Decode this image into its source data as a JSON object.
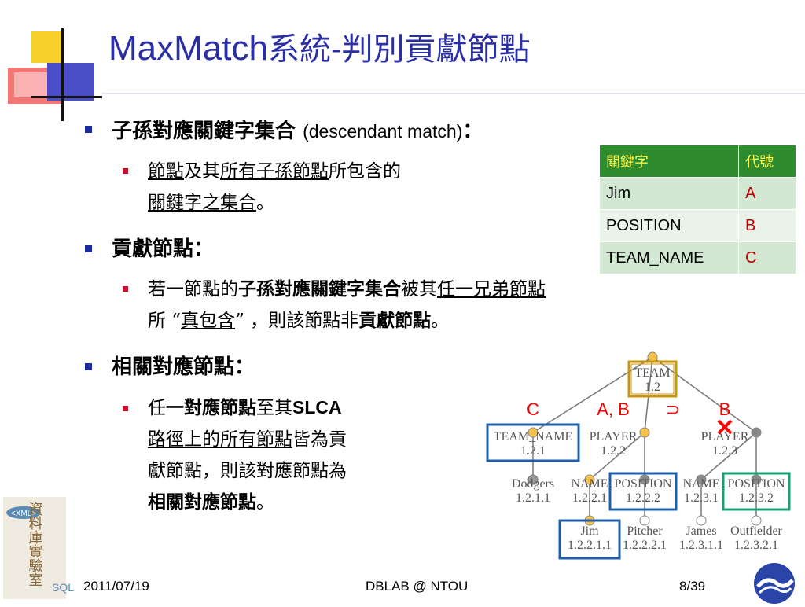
{
  "slide": {
    "title_latin": "MaxMatch",
    "title_cjk": "系統-判別貢獻節點"
  },
  "bullets": [
    {
      "heading": "子孫對應關鍵字集合",
      "heading_latin": "(descendant match)",
      "colon": "：",
      "sub": {
        "part1": "節點",
        "part2": "及其",
        "part3": "所有子孫節點",
        "part4": "所包含的",
        "part5": "關鍵字之集合",
        "part6": "。"
      }
    },
    {
      "heading": "貢獻節點",
      "colon": "：",
      "sub": {
        "part1": "若一節點的",
        "part2": "子孫對應關鍵字集合",
        "part3": "被其",
        "part4": "任一兄弟節點",
        "part5": "所 “",
        "part6": "真包含",
        "part7": "” ，則該節點非",
        "part8": "貢獻節點",
        "part9": "。"
      }
    },
    {
      "heading": "相關對應節點",
      "colon": "：",
      "sub": {
        "part1": "任",
        "part2": "一",
        "part3": "對應節點",
        "part4": "至其",
        "part5": "SLCA",
        "part6": "路徑上的所有節點",
        "part7": "皆為貢",
        "part8": "獻節點，則該對應節點為",
        "part9": "相關對應節點",
        "part10": "。"
      }
    }
  ],
  "keyword_table": {
    "headers": [
      "關鍵字",
      "代號"
    ],
    "rows": [
      {
        "keyword": "Jim",
        "code": "A"
      },
      {
        "keyword": "POSITION",
        "code": "B"
      },
      {
        "keyword": "TEAM_NAME",
        "code": "C"
      }
    ]
  },
  "tree": {
    "labels": {
      "team": "TEAM",
      "team_id": "1.2",
      "team_name": "TEAM_NAME",
      "team_name_id": "1.2.1",
      "player1": "PLAYER",
      "player1_id": "1.2.2",
      "player2": "PLAYER",
      "player2_id": "1.2.3",
      "dodgers": "Dodgers",
      "dodgers_id": "1.2.1.1",
      "name1": "NAME",
      "name1_id": "1.2.2.1",
      "position1": "POSITION",
      "position1_id": "1.2.2.2",
      "name2": "NAME",
      "name2_id": "1.2.3.1",
      "position2": "POSITION",
      "position2_id": "1.2.3.2",
      "jim": "Jim",
      "jim_id": "1.2.2.1.1",
      "pitcher": "Pitcher",
      "pitcher_id": "1.2.2.2.1",
      "james": "James",
      "james_id": "1.2.3.1.1",
      "outfielder": "Outfielder",
      "outfielder_id": "1.2.3.2.1"
    },
    "annotations": {
      "c": "C",
      "ab": "A, B",
      "superset": "⊃",
      "b": "B",
      "cross": "✕"
    }
  },
  "footer": {
    "date": "2011/07/19",
    "center": "DBLAB @ NTOU",
    "page": "8/39"
  },
  "logo": {
    "text": "資料庫實驗室",
    "tag": "<XML>",
    "sql": "SQL"
  },
  "colors": {
    "title": "#2b2fa6",
    "bullet": "#1b2a9e",
    "sub_bullet": "#c8102e",
    "table_header": "#2e8b2e",
    "highlight_gold": "#c8960c",
    "highlight_blue": "#1f5fa8",
    "highlight_green": "#1a9f6f",
    "annotation_red": "#ff0000"
  }
}
